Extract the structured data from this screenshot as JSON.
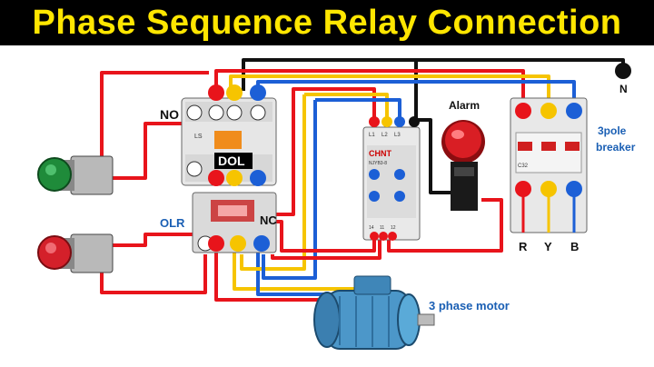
{
  "title": "Phase Sequence Relay Connection",
  "labels": {
    "no": "NO",
    "dol": "DOL",
    "olr": "OLR",
    "nc": "NC",
    "alarm": "Alarm",
    "neutral": "N",
    "breaker_line1": "3pole",
    "breaker_line2": "breaker",
    "phase_r": "R",
    "phase_y": "Y",
    "phase_b": "B",
    "motor": "3 phase motor",
    "relay_brand": "CHNT",
    "relay_model": "NJYB3-8",
    "relay_terminals": [
      "L1",
      "L2",
      "L3"
    ],
    "relay_bottom_terminals": [
      "14",
      "11",
      "12"
    ],
    "breaker_brand": "C32",
    "contactor_label": "LS"
  },
  "colors": {
    "red": "#e8141b",
    "yellow": "#f6c400",
    "blue": "#1c5fd6",
    "black": "#111111",
    "title_yellow": "#ffe600",
    "label_blue": "#1a5fb4"
  }
}
